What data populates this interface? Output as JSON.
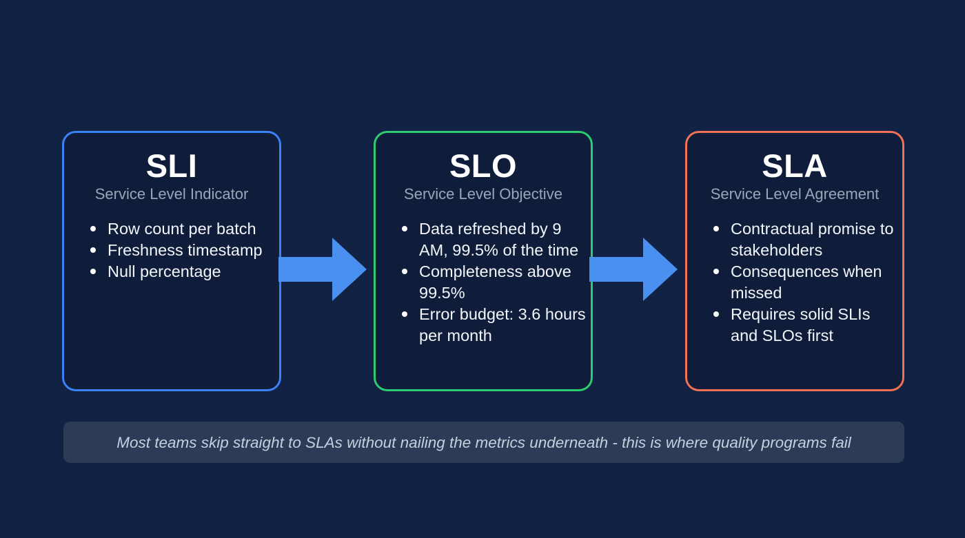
{
  "theme": {
    "background_color": "#122244",
    "card_fill_color": "#101d3a",
    "arrow_color": "#4a90f0",
    "footer_fill_color": "#2c3b56",
    "title_color": "#ffffff",
    "subtitle_color": "#9aa6b8",
    "bullet_text_color": "#f2f5fa",
    "footer_text_color": "#c6cfdd"
  },
  "diagram": {
    "type": "flow",
    "cards": [
      {
        "id": "sli",
        "title": "SLI",
        "subtitle": "Service Level Indicator",
        "accent_color": "#3b82f6",
        "bullets": [
          "Row count per batch",
          "Freshness timestamp",
          "Null percentage"
        ]
      },
      {
        "id": "slo",
        "title": "SLO",
        "subtitle": "Service Level Objective",
        "accent_color": "#2ecc71",
        "bullets": [
          "Data refreshed by 9 AM, 99.5% of the time",
          "Completeness above 99.5%",
          "Error budget: 3.6 hours per month"
        ]
      },
      {
        "id": "sla",
        "title": "SLA",
        "subtitle": "Service Level Agreement",
        "accent_color": "#f07154",
        "bullets": [
          "Contractual promise to stakeholders",
          "Consequences when missed",
          "Requires solid SLIs and SLOs first"
        ]
      }
    ],
    "arrows": [
      {
        "id": "arrow-sli-to-slo",
        "icon": "arrow-right-icon",
        "from": "sli",
        "to": "slo",
        "color": "#4a90f0"
      },
      {
        "id": "arrow-slo-to-sla",
        "icon": "arrow-right-icon",
        "from": "slo",
        "to": "sla",
        "color": "#4a90f0"
      }
    ]
  },
  "footer": {
    "text": "Most teams skip straight to SLAs without nailing the metrics underneath - this is where quality programs fail"
  }
}
